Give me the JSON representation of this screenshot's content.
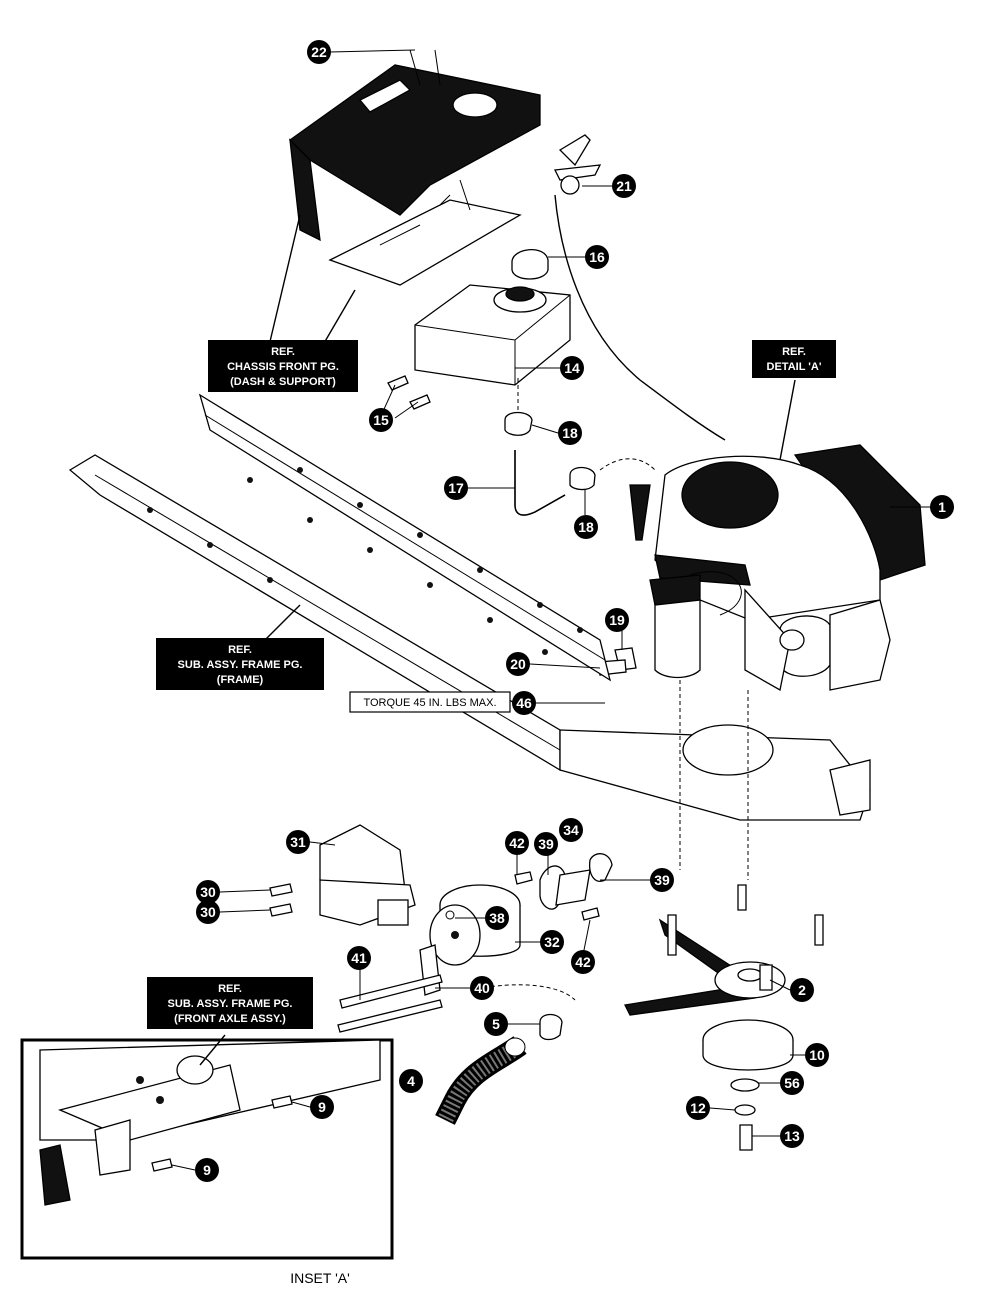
{
  "callouts": {
    "c22": "22",
    "c21": "21",
    "c16": "16",
    "c14": "14",
    "c15a": "15",
    "c18a": "18",
    "c17": "17",
    "c18b": "18",
    "c1": "1",
    "c19": "19",
    "c20": "20",
    "c46": "46",
    "c31": "31",
    "c42a": "42",
    "c39a": "39",
    "c34": "34",
    "c39b": "39",
    "c30a": "30",
    "c30b": "30",
    "c38": "38",
    "c32": "32",
    "c42b": "42",
    "c41": "41",
    "c40": "40",
    "c2": "2",
    "c5": "5",
    "c10": "10",
    "c4": "4",
    "c56": "56",
    "c12": "12",
    "c13": "13",
    "c9a": "9",
    "c9b": "9"
  },
  "refs": {
    "chassis": [
      "REF.",
      "CHASSIS FRONT PG.",
      "(DASH & SUPPORT)"
    ],
    "detail": [
      "REF.",
      "DETAIL 'A'"
    ],
    "frame": [
      "REF.",
      "SUB. ASSY. FRAME PG.",
      "(FRAME)"
    ],
    "axle": [
      "REF.",
      "SUB. ASSY. FRAME PG.",
      "(FRONT AXLE ASSY.)"
    ]
  },
  "torque_note": "TORQUE 45 IN. LBS MAX.",
  "inset_label": "INSET 'A'"
}
